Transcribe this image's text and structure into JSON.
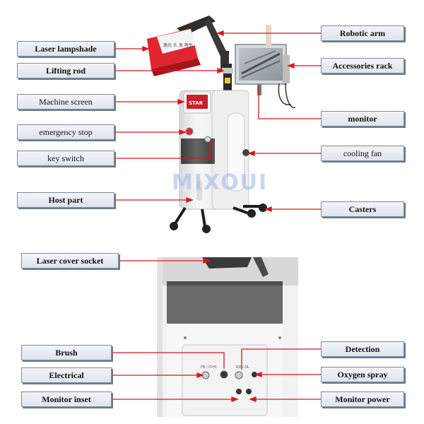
{
  "labels": {
    "laser_lampshade": "Laser lampshade",
    "lifting_rod": "Lifting rod",
    "machine_screen": "Machine screen",
    "emergency_stop": "emergency stop",
    "key_switch": "key switch",
    "host_part": "Host part",
    "robotic_arm": "Robotic arm",
    "accessories_rack": "Accessories rack",
    "monitor": "monitor",
    "cooling_fan": "cooling fan",
    "casters": "Casters",
    "laser_cover_socket": "Laser cover socket",
    "brush": "Brush",
    "electrical": "Electrical",
    "monitor_inset": "Monitor inset",
    "detection": "Detection",
    "oxygen_spray": "Oxygen spray",
    "monitor_power": "Monitor power"
  },
  "watermark": "MIXOUI",
  "lamp_text": "激光 头 发 再生",
  "screen_text": "STAR",
  "panel_port_labels": {
    "left": "FB / IT-HI",
    "right": "RD / DL"
  },
  "colors": {
    "leader_line": "#e0141e",
    "label_border": "#7f8a9a",
    "lamp_red": "#e0262e",
    "machine_body": "#f3f3f3",
    "dark_panel": "#5a5a5a",
    "screen_red": "#c8202a"
  }
}
